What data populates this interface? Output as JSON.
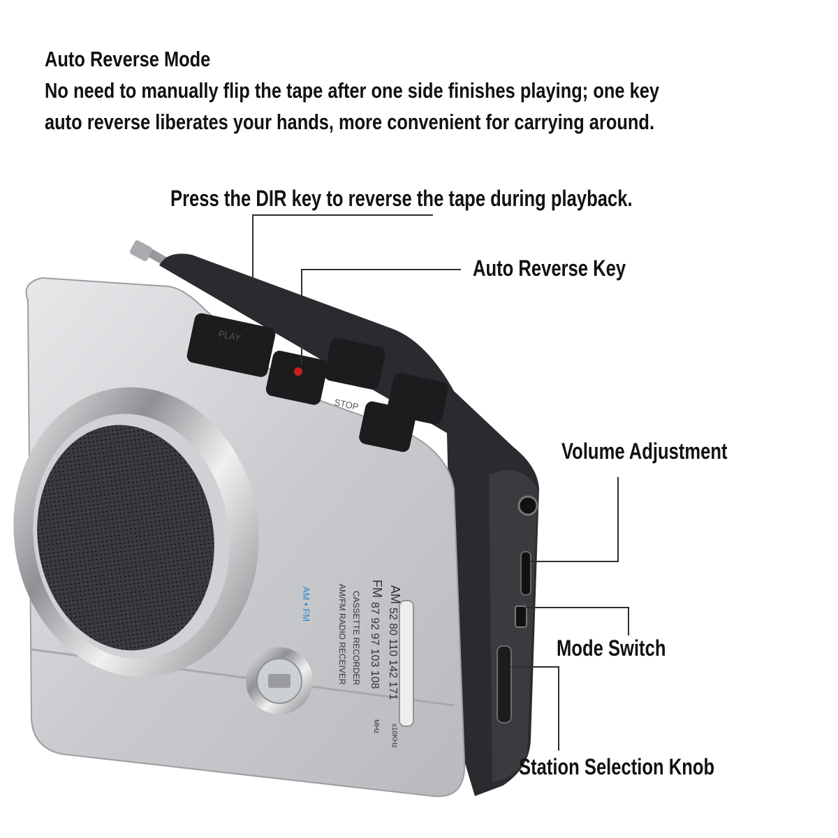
{
  "heading": {
    "title": "Auto Reverse Mode",
    "line1": "No need to manually flip the tape after one side finishes playing; one key",
    "line2": "auto reverse liberates your hands, more convenient for carrying around."
  },
  "callouts": {
    "dir_key": "Press the DIR key to reverse the tape during playback.",
    "auto_reverse_key": "Auto Reverse Key",
    "volume": "Volume Adjustment",
    "mode_switch": "Mode Switch",
    "station_knob": "Station Selection Knob"
  },
  "device_labels": {
    "am": "AM",
    "fm": "FM",
    "am_scale": "52 80 110 142 171",
    "fm_scale": "87 92 97 103 108",
    "khz": "x10KHz",
    "mhz": "MHz",
    "cassette_recorder": "CASSETTE RECORDER",
    "radio_receiver": "AM/FM RADIO RECEIVER",
    "band": "AM • FM",
    "stop": "STOP",
    "play": "PLAY"
  },
  "colors": {
    "silver": "#d2d4d7",
    "black_body": "#2a2b2e",
    "button": "#1b1c1e",
    "line": "#2e2e2e",
    "record_dot": "#c81e1e",
    "band_text": "#2c86c8"
  }
}
